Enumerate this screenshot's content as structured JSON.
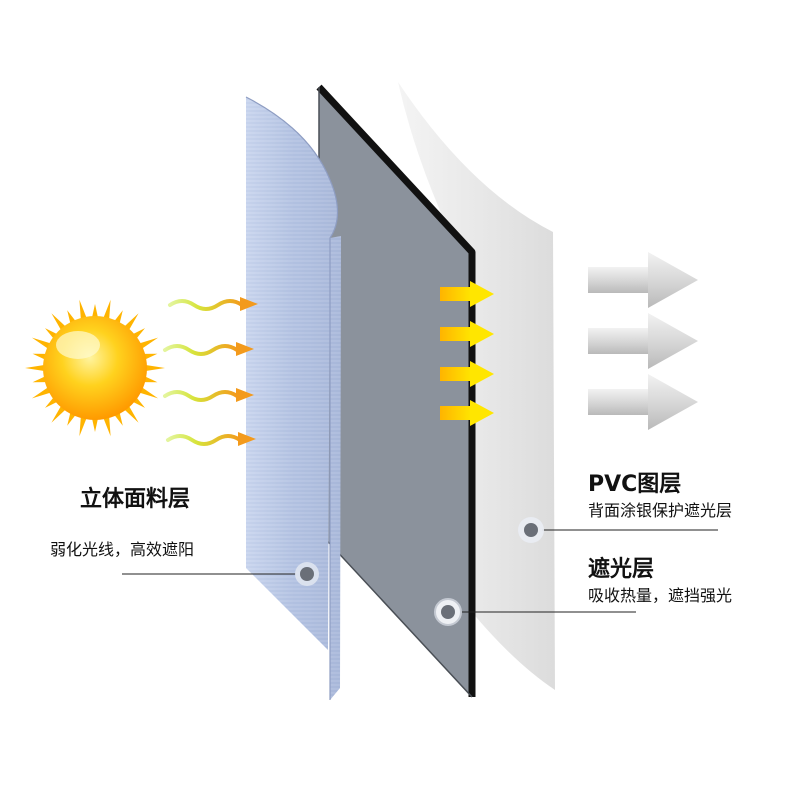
{
  "layers": {
    "front": {
      "title": "立体面料层",
      "desc": "弱化光线，高效遮阳"
    },
    "pvc": {
      "title": "PVC图层",
      "desc": "背面涂银保护遮光层"
    },
    "blackout": {
      "title": "遮光层",
      "desc": "吸收热量，遮挡强光"
    }
  },
  "colors": {
    "sun": "#ffb400",
    "wave_arrow": "#f59a1b",
    "yellow_arrow": "#ffd700",
    "front_panel": "#b4c3e1",
    "blackout_panel": "#8b929c",
    "pvc_panel": "#e6e6e6",
    "out_arrow": "#d4d4d4"
  },
  "icons": [
    "sun-icon",
    "wavy-arrow-icon",
    "yellow-arrow-icon",
    "gray-arrow-icon",
    "callout-dot-icon"
  ]
}
